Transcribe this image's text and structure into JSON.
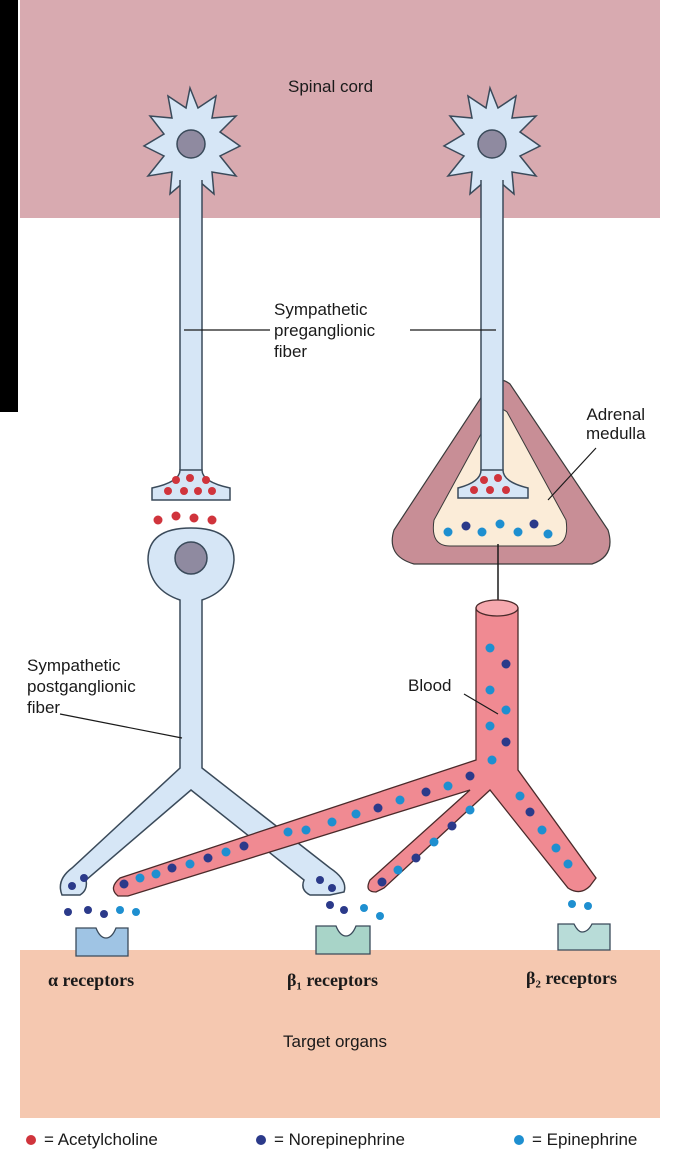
{
  "labels": {
    "spinal_cord": "Spinal cord",
    "preganglionic": [
      "Sympathetic",
      "preganglionic",
      "fiber"
    ],
    "adrenal": [
      "Adrenal",
      "medulla"
    ],
    "postganglionic": [
      "Sympathetic",
      "postganglionic",
      "fiber"
    ],
    "blood": "Blood",
    "alpha_receptors": "α receptors",
    "beta1_receptors": "β₁ receptors",
    "beta2_receptors": "β₂ receptors",
    "target_organs": "Target organs"
  },
  "legend": [
    {
      "label": "= Acetylcholine",
      "color": "#d0343c"
    },
    {
      "label": "= Norepinephrine",
      "color": "#2b3a8a"
    },
    {
      "label": "= Epinephrine",
      "color": "#1e8fd0"
    }
  ],
  "colors": {
    "spinal_cord": "#d8aab0",
    "target_organs": "#f5c8b0",
    "neuron_fill": "#d6e6f6",
    "neuron_stroke": "#3a4a5a",
    "nucleus": "#8f8aa0",
    "blood_vessel": "#f08a92",
    "adrenal_outer": "#c88e96",
    "adrenal_inner": "#fbecd8",
    "receptor_alpha": "#9fc4e4",
    "receptor_beta1": "#a8d4c8",
    "receptor_beta2": "#b8dcd8"
  }
}
